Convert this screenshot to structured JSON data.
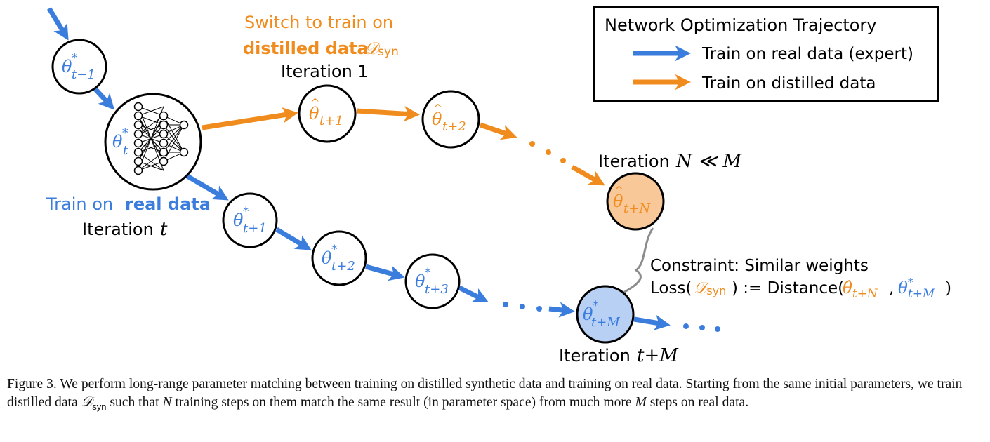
{
  "colors": {
    "blue": "#3b7ddd",
    "orange": "#f08c1e",
    "orange_fill": "#f9c898",
    "blue_fill": "#b9d0f5",
    "black": "#000000",
    "gray": "#8c8c8c"
  },
  "legend": {
    "title": "Network Optimization Trajectory",
    "items": [
      {
        "label": "Train on real data (expert)",
        "color": "#3b7ddd"
      },
      {
        "label": "Train on distilled data",
        "color": "#f08c1e"
      }
    ]
  },
  "labels": {
    "switch_line1": "Switch to train on",
    "switch_line2_bold": "distilled data",
    "D_syn": "𝒟syn",
    "iteration_1": "Iteration 1",
    "iteration_N_prefix": "Iteration",
    "iteration_N_math": "N ≪ M",
    "train_on": "Train on",
    "real_data_bold": "real data",
    "iteration_t_prefix": "Iteration",
    "iteration_t_math": "t",
    "iteration_tM_prefix": "Iteration",
    "iteration_tM_math": "t+M",
    "constraint_line1": "Constraint: Similar weights",
    "loss": "Loss(",
    "loss_close": ") := Distance(",
    "distance_close": ")"
  },
  "nodes": {
    "theta_t_minus_1": "θ*t−1",
    "theta_t": "θ*t",
    "theta_t1": "θ*t+1",
    "theta_t2": "θ*t+2",
    "theta_t3": "θ*t+3",
    "theta_tM": "θ*t+M",
    "hat_t1": "θ̂t+1",
    "hat_t2": "θ̂t+2",
    "hat_tN": "θ̂t+N"
  },
  "caption": {
    "prefix": "Figure 3. We perform long-range parameter matching between training on distilled synthetic data and training on real data. Starting from the same initial parameters, we train distilled data ",
    "dsyn": "𝒟syn",
    "mid1": " such that ",
    "N": "N",
    "mid2": " training steps on them match the same result (in parameter space) from much more ",
    "M": "M",
    "suffix": " steps on real data."
  }
}
